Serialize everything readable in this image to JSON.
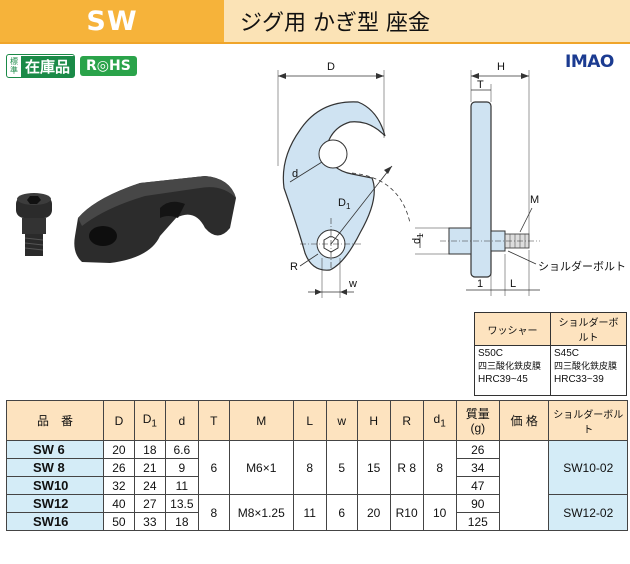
{
  "header": {
    "code": "SW",
    "title": "ジグ用 かぎ型 座金"
  },
  "badges": {
    "std_small": "標準",
    "std_big": "在庫品",
    "rohs": "R◎HS"
  },
  "logo": "IMAO",
  "drawing": {
    "labels": {
      "D": "D",
      "H": "H",
      "T": "T",
      "d": "d",
      "D1": "D",
      "D1_sub": "1",
      "M": "M",
      "d1": "d",
      "d1_sub": "1",
      "R": "R",
      "w": "w",
      "one": "1",
      "L": "L",
      "bolt_callout": "ショルダーボルト"
    }
  },
  "material": {
    "headers": [
      "ワッシャー",
      "ショルダーボルト"
    ],
    "cells": [
      [
        "S50C",
        "四三酸化鉄皮膜",
        "HRC39~45"
      ],
      [
        "S45C",
        "四三酸化鉄皮膜",
        "HRC33~39"
      ]
    ]
  },
  "spec": {
    "headers": {
      "part": "品　番",
      "D": "D",
      "D1": "D",
      "D1_sub": "1",
      "d": "d",
      "T": "T",
      "M": "M",
      "L": "L",
      "w": "w",
      "H": "H",
      "R": "R",
      "d1": "d",
      "d1_sub": "1",
      "mass": "質量",
      "mass_unit": "(g)",
      "price": "価 格",
      "bolt": "ショルダーボルト"
    },
    "rows": [
      {
        "part": "SW 6",
        "D": "20",
        "D1": "18",
        "d": "6.6",
        "mass": "26"
      },
      {
        "part": "SW 8",
        "D": "26",
        "D1": "21",
        "d": "9",
        "mass": "34"
      },
      {
        "part": "SW10",
        "D": "32",
        "D1": "24",
        "d": "11",
        "mass": "47"
      },
      {
        "part": "SW12",
        "D": "40",
        "D1": "27",
        "d": "13.5",
        "mass": "90"
      },
      {
        "part": "SW16",
        "D": "50",
        "D1": "33",
        "d": "18",
        "mass": "125"
      }
    ],
    "groups": [
      {
        "T": "6",
        "M": "M6×1",
        "L": "8",
        "w": "5",
        "H": "15",
        "R": "R 8",
        "d1": "8",
        "bolt": "SW10-02"
      },
      {
        "T": "8",
        "M": "M8×1.25",
        "L": "11",
        "w": "6",
        "H": "20",
        "R": "R10",
        "d1": "10",
        "bolt": "SW12-02"
      }
    ]
  }
}
